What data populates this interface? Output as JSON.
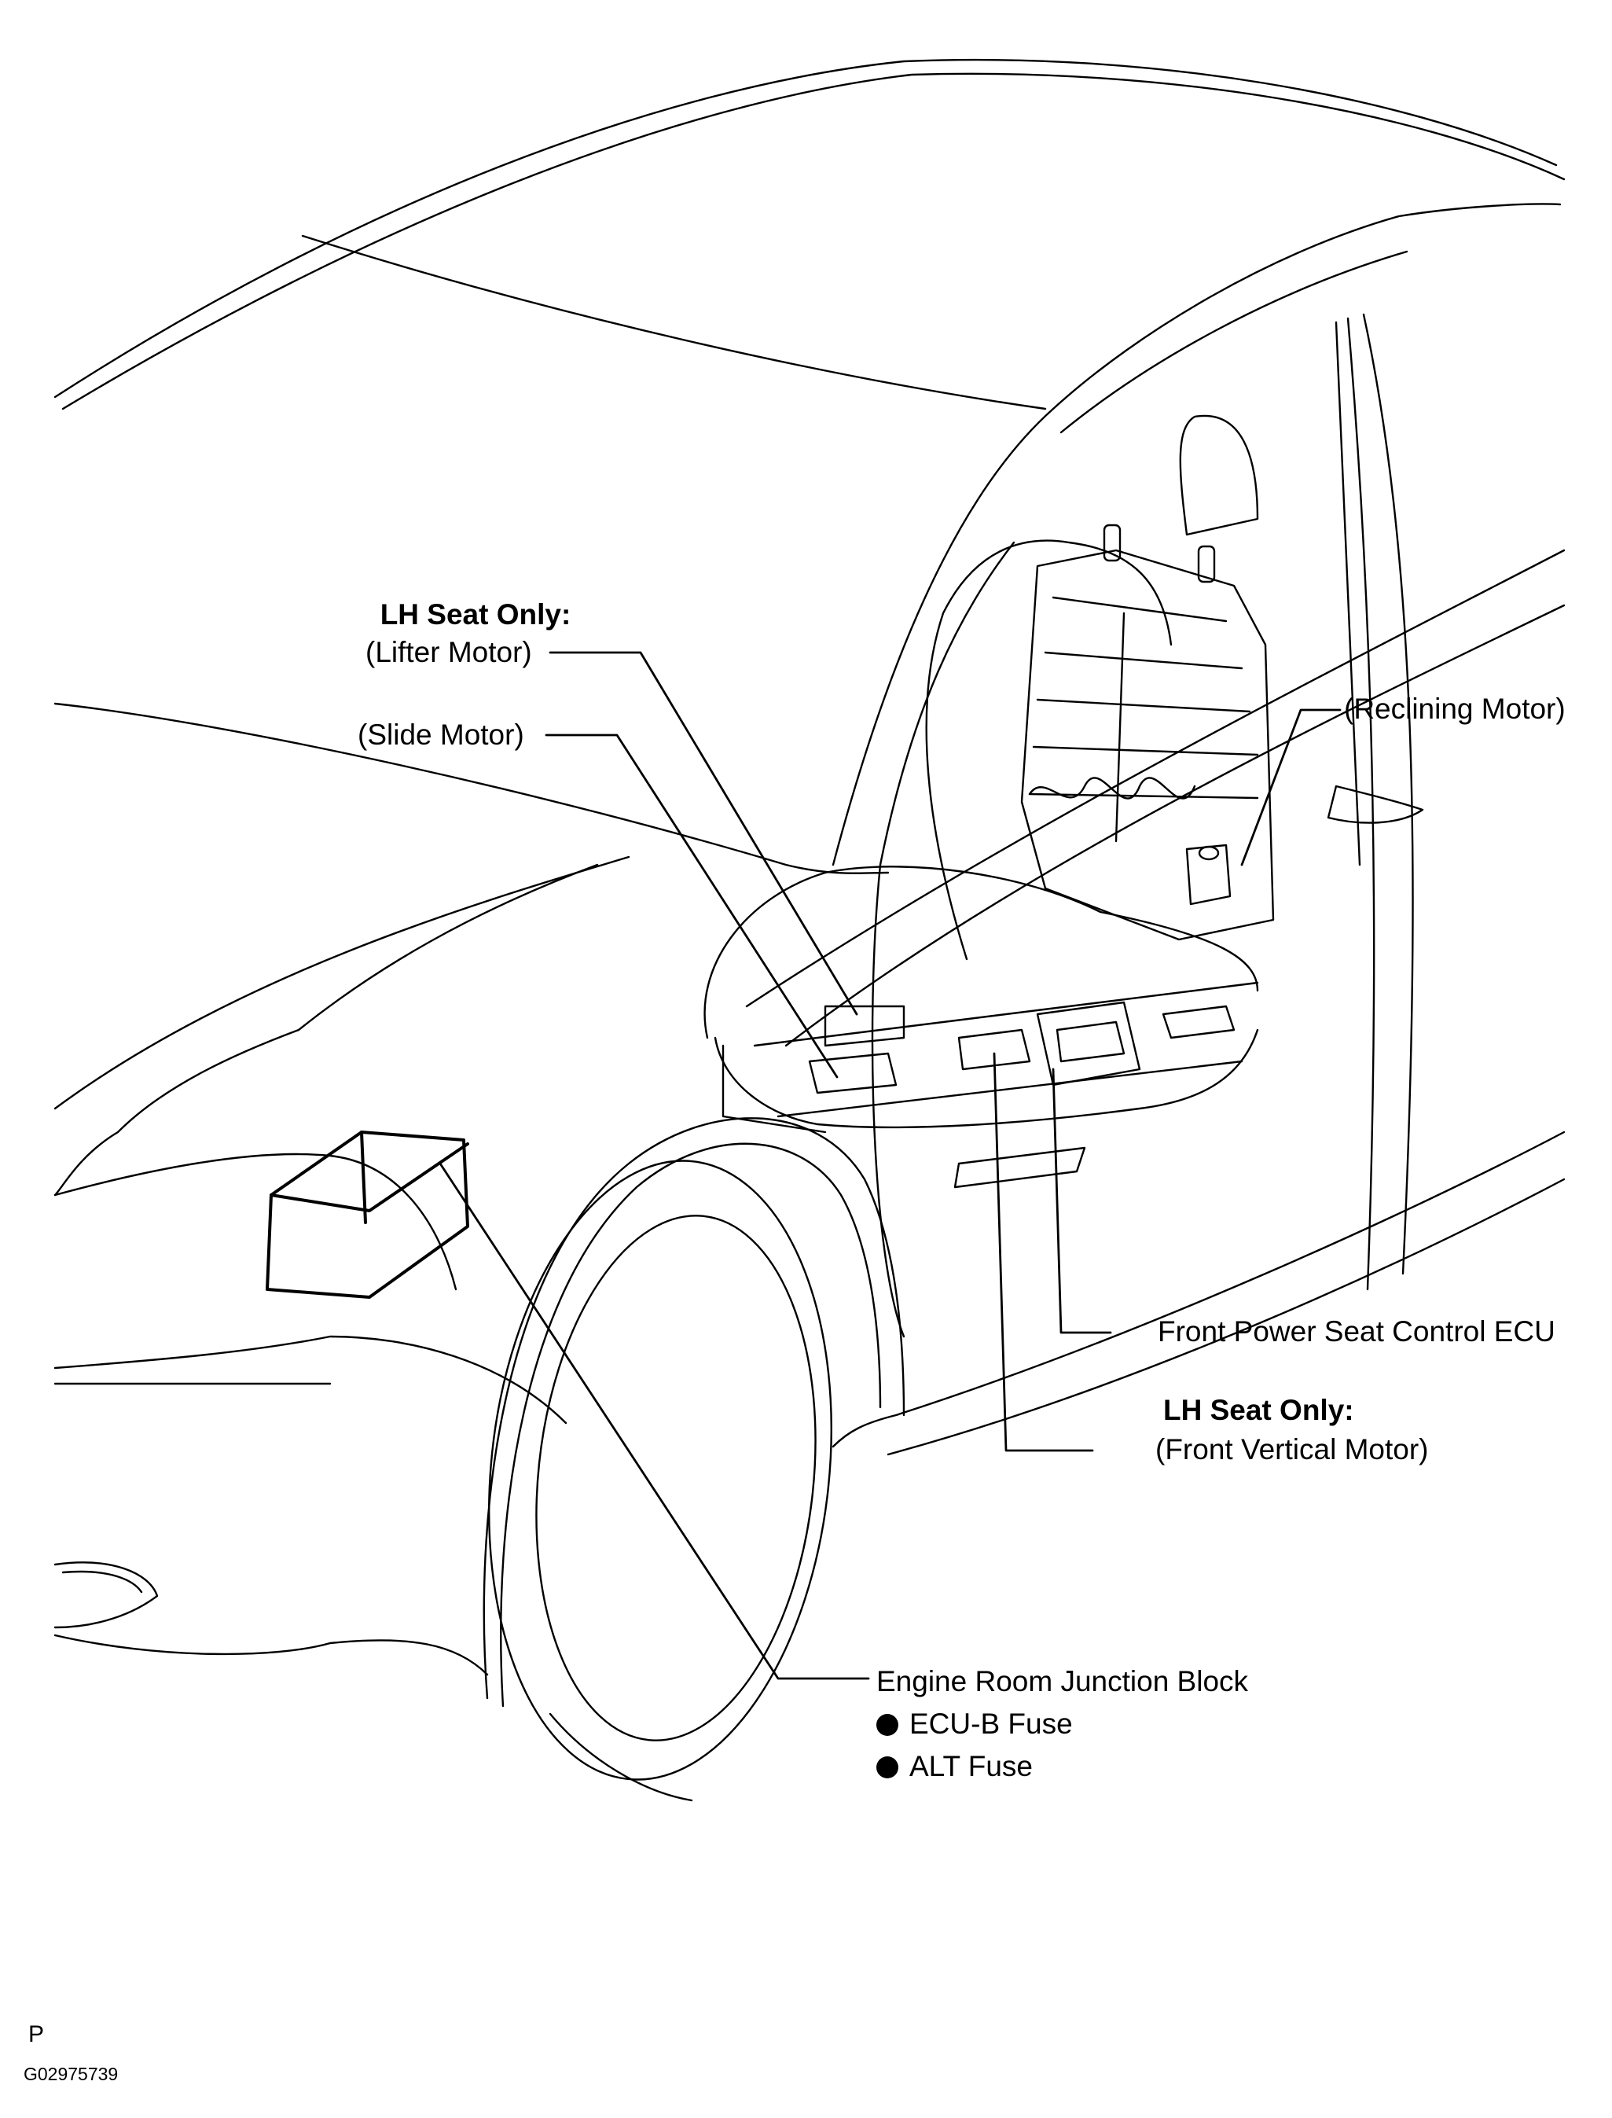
{
  "labels": {
    "lifter_heading": "LH Seat Only:",
    "lifter_motor": "(Lifter Motor)",
    "slide_motor": "(Slide Motor)",
    "reclining_motor": "(Reclining Motor)",
    "front_power_seat_ecu": "Front Power Seat Control ECU",
    "front_vertical_heading": "LH Seat Only:",
    "front_vertical_motor": "(Front Vertical Motor)",
    "engine_room_junction_block": "Engine Room Junction Block",
    "ecu_b_fuse": "ECU-B Fuse",
    "alt_fuse": "ALT Fuse"
  },
  "footer": {
    "marker": "P",
    "figure_code": "G02975739"
  },
  "colors": {
    "line": "#000000",
    "background": "#ffffff"
  }
}
